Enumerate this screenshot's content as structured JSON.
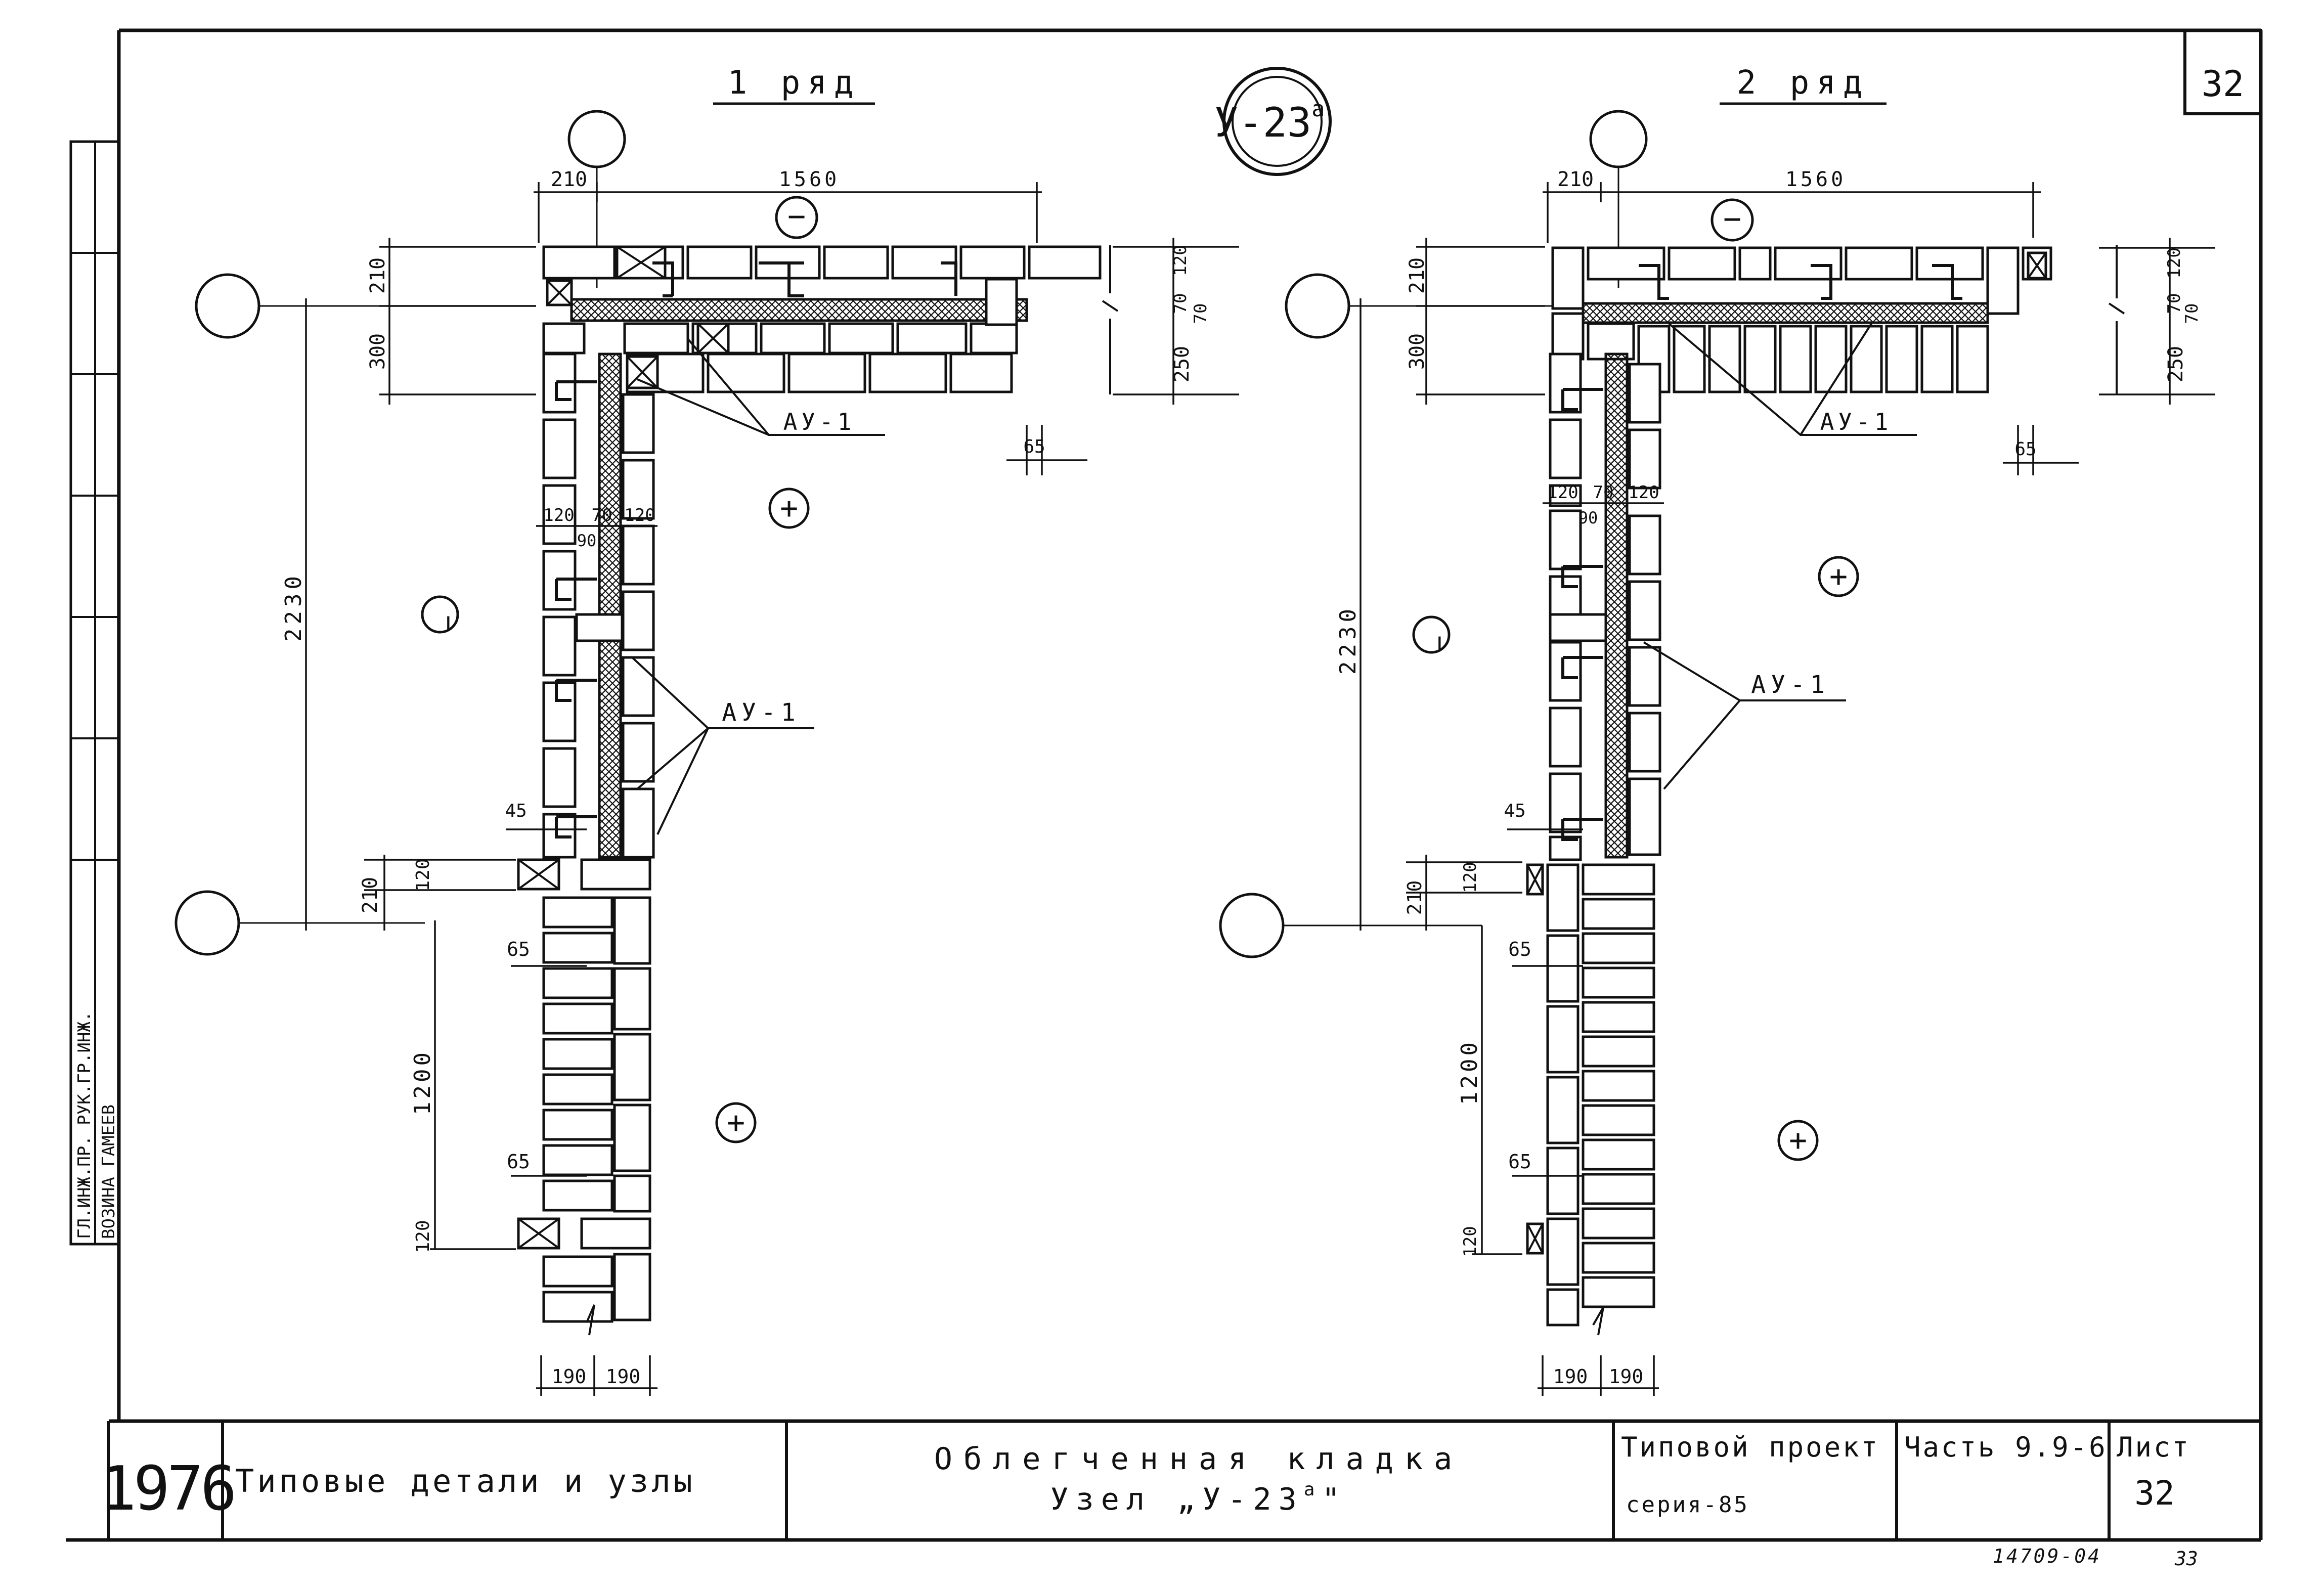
{
  "sheet": {
    "sheet_no_corner": "32",
    "node_badge": "У-23",
    "node_badge_sup": "а",
    "bottom_code": "14709-04",
    "bottom_page": "33"
  },
  "left_strip": {
    "col1": "ГЛ.ИНЖ.ПР. РУК.ГР.ИНЖ.",
    "col2": "ВОЗИНА ГАМЕЕВ"
  },
  "left_view": {
    "title": "1 ряд",
    "dims_top": [
      "210",
      "1560"
    ],
    "dims_left": [
      "210",
      "300"
    ],
    "dim_span": "2230",
    "dims_lower": [
      "210",
      "120",
      "65",
      "1200",
      "65",
      "120"
    ],
    "dims_right": [
      "120",
      "70",
      "70",
      "250"
    ],
    "dim_65_top": "65",
    "dims_mid": [
      "120",
      "70",
      "120",
      "90"
    ],
    "dim_45": "45",
    "dims_bottom": [
      "190",
      "190"
    ],
    "label_ay1_top": "АУ-1",
    "label_ay1_mid": "АУ-1",
    "sign_minus_top": "−",
    "sign_minus_left": "−",
    "sign_plus_1": "+",
    "sign_plus_2": "+"
  },
  "right_view": {
    "title": "2 ряд",
    "dims_top": [
      "210",
      "1560"
    ],
    "dims_left": [
      "210",
      "300"
    ],
    "dim_span": "2230",
    "dims_lower": [
      "210",
      "120",
      "65",
      "1200",
      "65",
      "120"
    ],
    "dims_right": [
      "120",
      "70",
      "70",
      "250"
    ],
    "dim_65_top": "65",
    "dims_mid": [
      "120",
      "70",
      "120",
      "90"
    ],
    "dim_45": "45",
    "dims_bottom": [
      "190",
      "190"
    ],
    "label_ay1_top": "АУ-1",
    "label_ay1_mid": "АУ-1",
    "sign_minus_top": "−",
    "sign_minus_left": "−",
    "sign_plus_1": "+",
    "sign_plus_2": "+"
  },
  "title_block": {
    "year": "1976",
    "series_name": "Типовые детали и узлы",
    "drawing_title_line1": "Облегченная кладка",
    "drawing_title_line2": "Узел „У-23",
    "drawing_title_sup": "а",
    "drawing_title_end": "\"",
    "project_label": "Типовой проект",
    "project_series": "серия-85",
    "part_label": "Часть 9.9-6",
    "sheet_label": "Лист",
    "sheet_value": "32"
  }
}
